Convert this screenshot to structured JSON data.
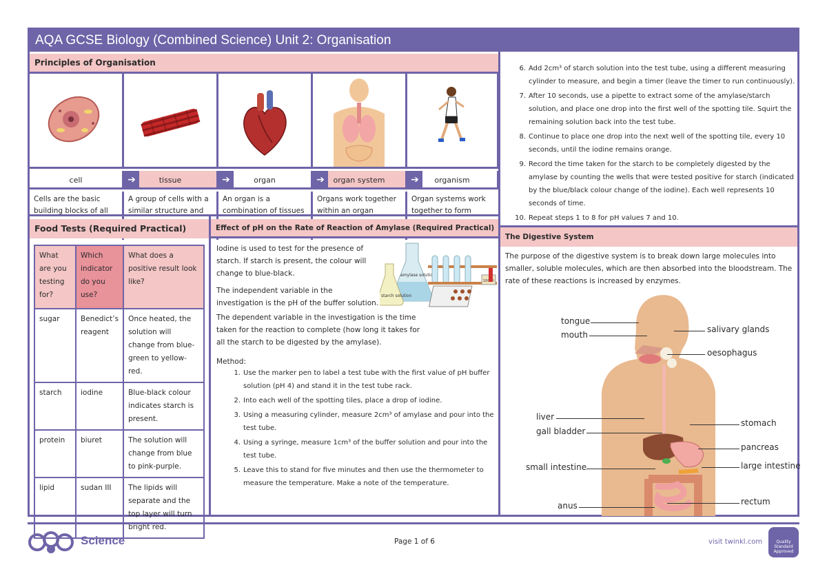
{
  "title": "AQA GCSE Biology (Combined Science) Unit 2: Organisation",
  "principles": {
    "heading": "Principles of Organisation",
    "columns": [
      {
        "label": "cell",
        "desc": "Cells are the basic building blocks of all living things.",
        "icon": "cell-icon"
      },
      {
        "label": "tissue",
        "desc": "A group of cells with a similar structure and function is called a tissue.",
        "icon": "tissue-icon"
      },
      {
        "label": "organ",
        "desc": "An organ is a combination of tissues carrying out a specific function.",
        "icon": "heart-icon"
      },
      {
        "label": "organ system",
        "desc": "Organs work together within an organ system.",
        "icon": "torso-icon"
      },
      {
        "label": "organism",
        "desc": "Organ systems work together to form whole living organisms.",
        "icon": "runner-icon"
      }
    ]
  },
  "food_tests": {
    "heading": "Food Tests (Required Practical)",
    "headers": [
      "What are you testing for?",
      "Which indicator do you use?",
      "What does a positive result look like?"
    ],
    "rows": [
      [
        "sugar",
        "Benedict’s reagent",
        "Once heated, the solution will change from blue-green to yellow-red."
      ],
      [
        "starch",
        "iodine",
        "Blue-black colour indicates starch is present."
      ],
      [
        "protein",
        "biuret",
        "The solution will change from blue to pink-purple."
      ],
      [
        "lipid",
        "sudan III",
        "The lipids will separate and the top layer will turn bright red."
      ]
    ]
  },
  "ph": {
    "heading": "Effect of pH on the Rate of Reaction of Amylase (Required Practical)",
    "p1": "Iodine is used to test for the presence of starch. If starch is present, the colour will change to blue-black.",
    "p2": "The independent variable in the investigation is the pH of the buffer solution.",
    "p3": "The dependent variable in the investigation is the time taken for the reaction to complete (how long it takes for all the starch to be digested by the amylase).",
    "method_label": "Method:",
    "flask_labels": [
      "amylase solution",
      "starch solution",
      "100ml"
    ],
    "steps": [
      {
        "n": "1.",
        "t": "Use the marker pen to label a test tube with the first value of pH buffer solution (pH 4) and stand it in the test tube rack."
      },
      {
        "n": "2.",
        "t": "Into each well of the spotting tiles, place a drop of iodine."
      },
      {
        "n": "3.",
        "t": "Using a measuring cylinder, measure 2cm³ of amylase and pour into the test tube."
      },
      {
        "n": "4.",
        "t": "Using a syringe, measure 1cm³ of the buffer solution and pour into the test tube."
      },
      {
        "n": "5.",
        "t": "Leave this to stand for five minutes and then use the thermometer to measure the temperature. Make a note of the temperature."
      }
    ],
    "steps_cont": [
      {
        "n": "6.",
        "t": "Add 2cm³ of starch solution into the test tube, using a different measuring cylinder to measure, and begin a timer (leave the timer to run continuously)."
      },
      {
        "n": "7.",
        "t": "After 10 seconds, use a pipette to extract some of the amylase/starch solution, and place one drop into the first well of the spotting tile. Squirt the remaining solution back into the test tube."
      },
      {
        "n": "8.",
        "t": "Continue to place one drop into the next well of the spotting tile, every 10 seconds, until the iodine remains orange."
      },
      {
        "n": "9.",
        "t": "Record the time taken for the starch to be completely digested by the amylase by counting the wells that were tested positive for starch (indicated by the blue/black colour change of the iodine). Each well represents 10 seconds of time."
      },
      {
        "n": "10.",
        "t": "Repeat steps 1 to 8 for pH values 7 and 10."
      }
    ]
  },
  "digestive": {
    "heading": "The Digestive System",
    "intro": "The purpose of the digestive system is to break down large molecules into smaller, soluble molecules, which are then absorbed into the bloodstream. The rate of these reactions is increased by enzymes.",
    "labels": {
      "tongue": "tongue",
      "mouth": "mouth",
      "salivary": "salivary glands",
      "oesophagus": "oesophagus",
      "liver": "liver",
      "gall": "gall bladder",
      "stomach": "stomach",
      "pancreas": "pancreas",
      "small": "small intestine",
      "large": "large intestine",
      "rectum": "rectum",
      "anus": "anus"
    }
  },
  "footer": {
    "brand": "Science",
    "page": "Page 1 of 6",
    "link": "visit twinkl.com",
    "badge_text": "Quality Standard Approved",
    "colors": {
      "purple": "#6e64a8",
      "pink": "#f4c6c6"
    }
  }
}
